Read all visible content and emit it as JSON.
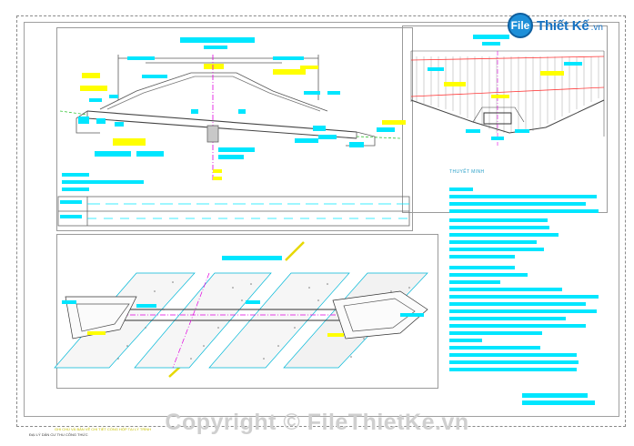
{
  "site": {
    "logo_badge": "File",
    "logo_text": "Thiết Kế",
    "logo_domain": ".vn",
    "watermark": "Copyright © FileThietKe.vn"
  },
  "drawing": {
    "section_caption": "THUYẾT MINH",
    "footer_left": "ĐẠI LÝ DÂN CƯ THU CÔNG THỨC",
    "footer_mid": "GHI CHÚ VÀ BẢN VẼ CHI TIẾT CỐNG HỘP TẠI LÝ TRÌNH"
  },
  "colors": {
    "cyan": "#00e6ff",
    "yellow": "#ffff00",
    "magenta": "#e000e0",
    "red": "#ff3b3b",
    "line": "#5a5a5a",
    "green": "#39c639"
  }
}
